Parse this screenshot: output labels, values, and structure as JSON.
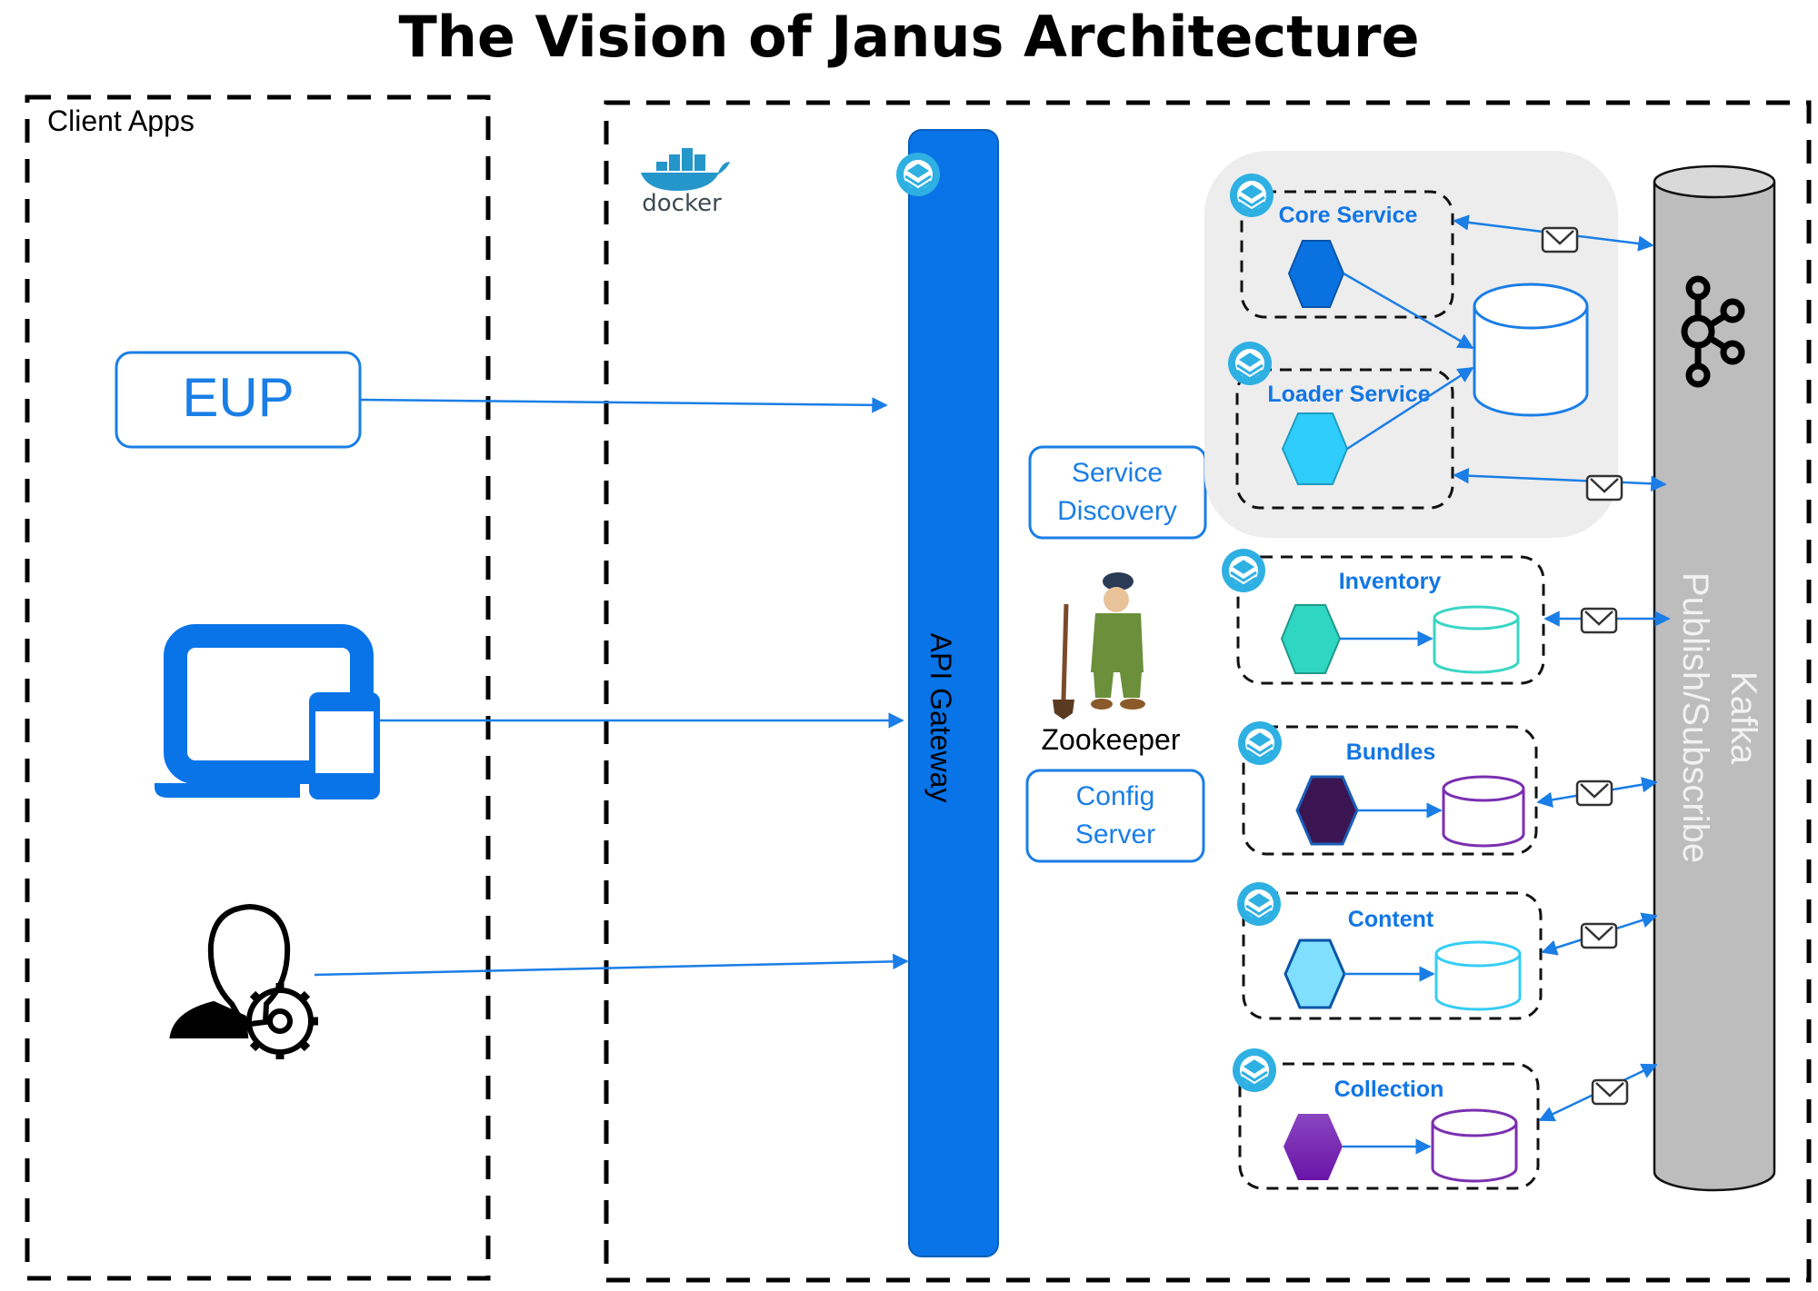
{
  "title": "The Vision of Janus Architecture",
  "client_apps": {
    "label": "Client Apps",
    "eup_label": "EUP",
    "devices_icon": "laptop-phone-icon",
    "admin_icon": "admin-user-gear-icon"
  },
  "platform": {
    "docker_label": "docker",
    "api_gateway_label": "API Gateway",
    "service_discovery_line1": "Service",
    "service_discovery_line2": "Discovery",
    "zookeeper_label": "Zookeeper",
    "config_server_line1": "Config",
    "config_server_line2": "Server",
    "kafka_line1": "Kafka",
    "kafka_line2": "Publish/Subscribe"
  },
  "services": [
    {
      "name": "Core Service",
      "hex_color": "#0a72e0",
      "db_color": "#1a7ee6"
    },
    {
      "name": "Loader Service",
      "hex_color": "#2ecdfb",
      "db_color": "#1a7ee6"
    },
    {
      "name": "Inventory",
      "hex_color": "#2fd6c2",
      "db_color": "#3ad6c4"
    },
    {
      "name": "Bundles",
      "hex_color": "#3b1552",
      "db_color": "#7a2fb0"
    },
    {
      "name": "Content",
      "hex_color": "#80dffd",
      "db_color": "#35cdf5"
    },
    {
      "name": "Collection",
      "hex_color": "#7a22b5",
      "db_color": "#7a2fb0"
    }
  ],
  "colors": {
    "accent_blue": "#1a7ee6",
    "gateway_blue": "#0874e8",
    "kafka_gray": "#bdbdbd",
    "shared_group_bg": "#ededee",
    "layer_icon": "#2fb0e2"
  }
}
